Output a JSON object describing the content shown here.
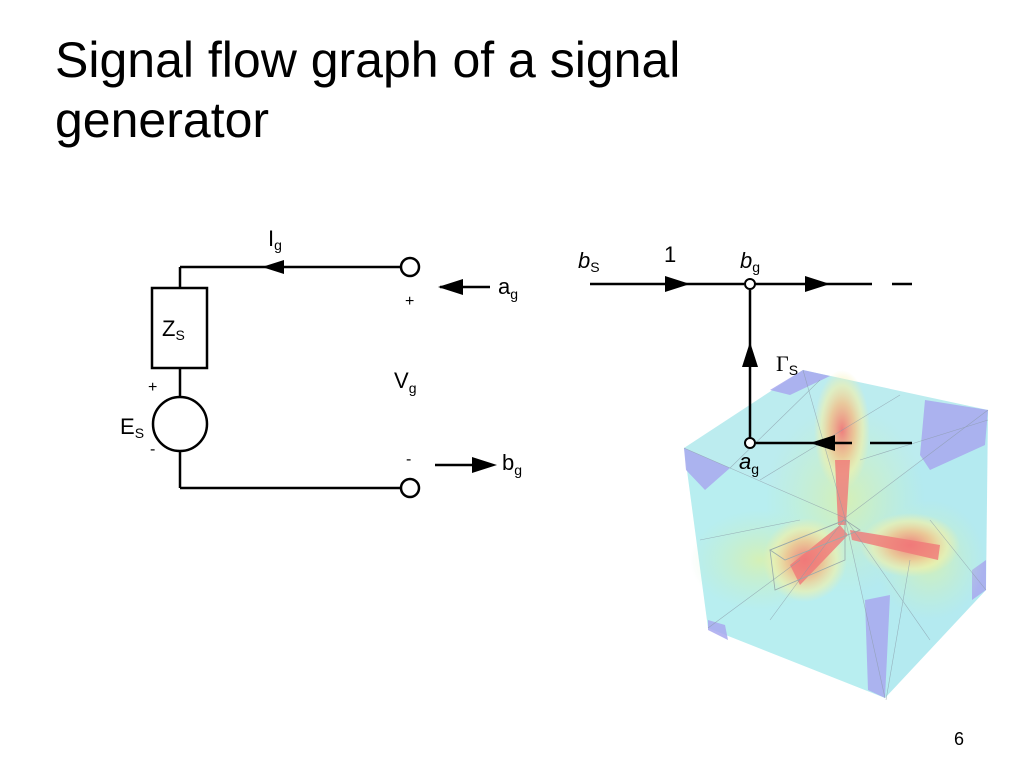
{
  "slide": {
    "title_line1": "Signal flow graph of a signal",
    "title_line2": "generator",
    "page_number": "6"
  },
  "circuit": {
    "current": {
      "main": "I",
      "sub": "g"
    },
    "impedance": {
      "main": "Z",
      "sub": "S"
    },
    "source": {
      "main": "E",
      "sub": "S"
    },
    "source_plus": "+",
    "source_minus": "-",
    "voltage": {
      "main": "V",
      "sub": "g"
    },
    "terminal_plus": "+",
    "terminal_minus": "-",
    "wave_in": {
      "main": "a",
      "sub": "g"
    },
    "wave_out": {
      "main": "b",
      "sub": "g"
    }
  },
  "flow_graph": {
    "node_bs": {
      "main": "b",
      "sub": "S"
    },
    "branch_gain": "1",
    "node_bg": {
      "main": "b",
      "sub": "g"
    },
    "reflection": {
      "main": "Γ",
      "sub": "S"
    },
    "node_ag": {
      "main": "a",
      "sub": "g"
    }
  },
  "colors": {
    "cube_blue": "#a8a8ee",
    "cube_cyan": "#b8eef0",
    "cube_green": "#c4f0c8",
    "cube_yellow": "#f4f0a8",
    "cube_red": "#f07878"
  }
}
